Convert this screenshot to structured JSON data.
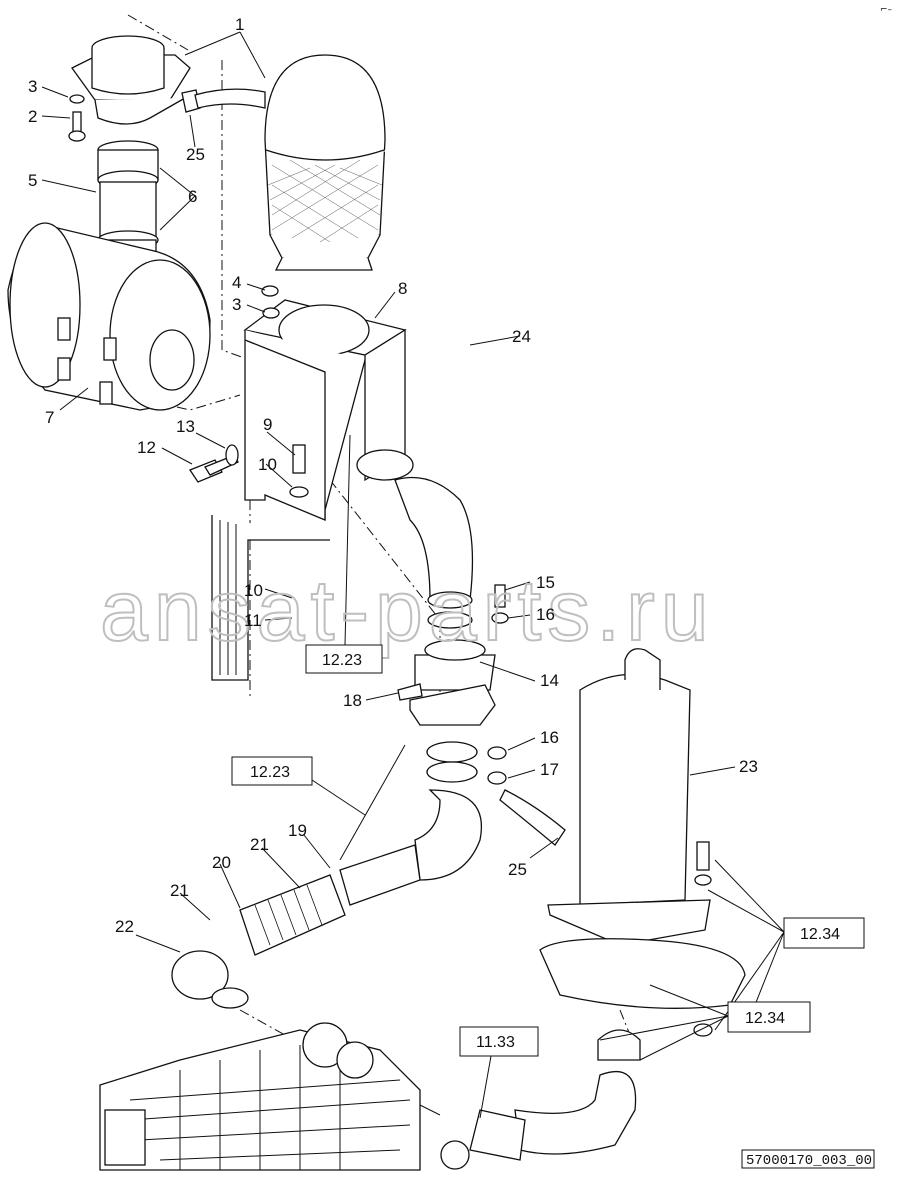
{
  "watermark": "ansat-parts.ru",
  "drawing_id": "57000170_003_00",
  "callouts": [
    "1",
    "2",
    "3",
    "25",
    "5",
    "6",
    "4",
    "3",
    "8",
    "24",
    "7",
    "13",
    "9",
    "12",
    "10",
    "10",
    "11",
    "15",
    "16",
    "14",
    "18",
    "16",
    "17",
    "23",
    "19",
    "21",
    "20",
    "21",
    "22",
    "25"
  ],
  "ref_boxes": [
    "12.23",
    "12.23",
    "12.34",
    "11.33",
    "12.34"
  ]
}
